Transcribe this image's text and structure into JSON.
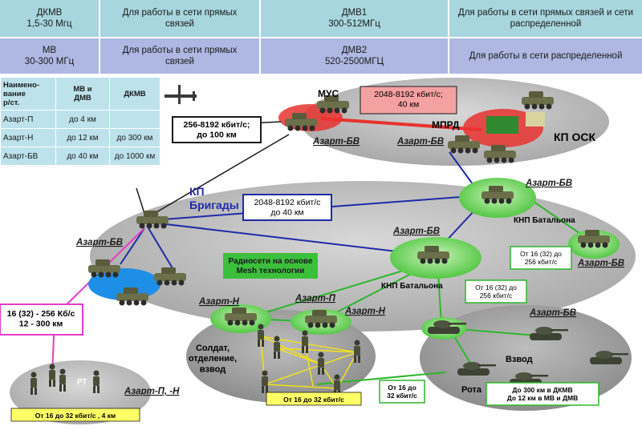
{
  "bands": [
    {
      "cells": [
        "ДКМВ\n1,5-30 Мгц",
        "Для работы в сети прямых\nсвязей",
        "ДМВ1\n300-512МГц",
        "Для работы  в сети прямых связей и сети\nраспределенной"
      ]
    },
    {
      "cells": [
        "МВ\n30-300 МГц",
        "Для работы в сети прямых\nсвязей",
        "ДМВ2\n520-2500МГЦ",
        "Для работы в сети распределенной"
      ]
    }
  ],
  "range_table": {
    "headers": [
      "Наимено-\nвание\nр/ст.",
      "МВ и\nДМВ",
      "ДКМВ"
    ],
    "rows": [
      [
        "Азарт-П",
        "до 4 км",
        ""
      ],
      [
        "Азарт-Н",
        "до 12 км",
        "до 300 км"
      ],
      [
        "Азарт-БВ",
        "до 40 км",
        "до 1000 км"
      ]
    ]
  },
  "nodes": {
    "mus": "МУС",
    "mprd": "МПРД",
    "kp_osk": "КП ОСК",
    "kp_brigady": "КП\nБригады",
    "knp_bat_top": "КНП Батальона",
    "knp_bat_mid": "КНП Батальона",
    "soldat": "Солдат,\nотделение,\nвзвод",
    "vzvod": "Взвод",
    "rota": "Рота",
    "rt": "РТ"
  },
  "radio_labels": {
    "bv_osk_left": "Азарт-БВ",
    "bv_osk_mid": "Азарт-БВ",
    "bv_top_right": "Азарт-БВ",
    "bv_brigade": "Азарт-БВ",
    "bv_mid": "Азарт-БВ",
    "bv_right": "Азарт-БВ",
    "bv_rota": "Азарт-БВ",
    "n_left": "Азарт-Н",
    "p_mid": "Азарт-П",
    "n_mid": "Азарт-Н",
    "pn_bottom": "Азарт-П, -Н"
  },
  "link_boxes": {
    "osk_link": "2048-8192 кбит/с;\n40 км",
    "uav_link": "256-8192 кбит/с;\nдо 100 км",
    "brigade_link": "2048-8192 кбит/с\nдо 40 км",
    "bat_right": "От 16 (32) до\n256 кбит/с",
    "bat_mid": "От 16 (32) до\n256 кбит/с",
    "pink_link": "16 (32) - 256 Кб/с\n12 - 300 км",
    "mesh": "Радиосети на основе\nMesh технологии",
    "soldier_rate": "От 16 до 32 кбит/с",
    "soldier_link": "От 16 до\n32 кбит/с",
    "dismount_rate": "От 16 до 32 кбит/с , 4 км",
    "rota_rate": "До 300 км в ДКМВ\nДо 12 км в МВ и ДМВ"
  },
  "colors": {
    "band1": "#a8d6de",
    "band2": "#aeb8e2",
    "osk_link": "#e8332f",
    "brigade_link": "#1f2ba8",
    "mesh_link": "#2db72d",
    "soldier_link": "#f2e21a",
    "pink_link": "#e63cc8"
  }
}
